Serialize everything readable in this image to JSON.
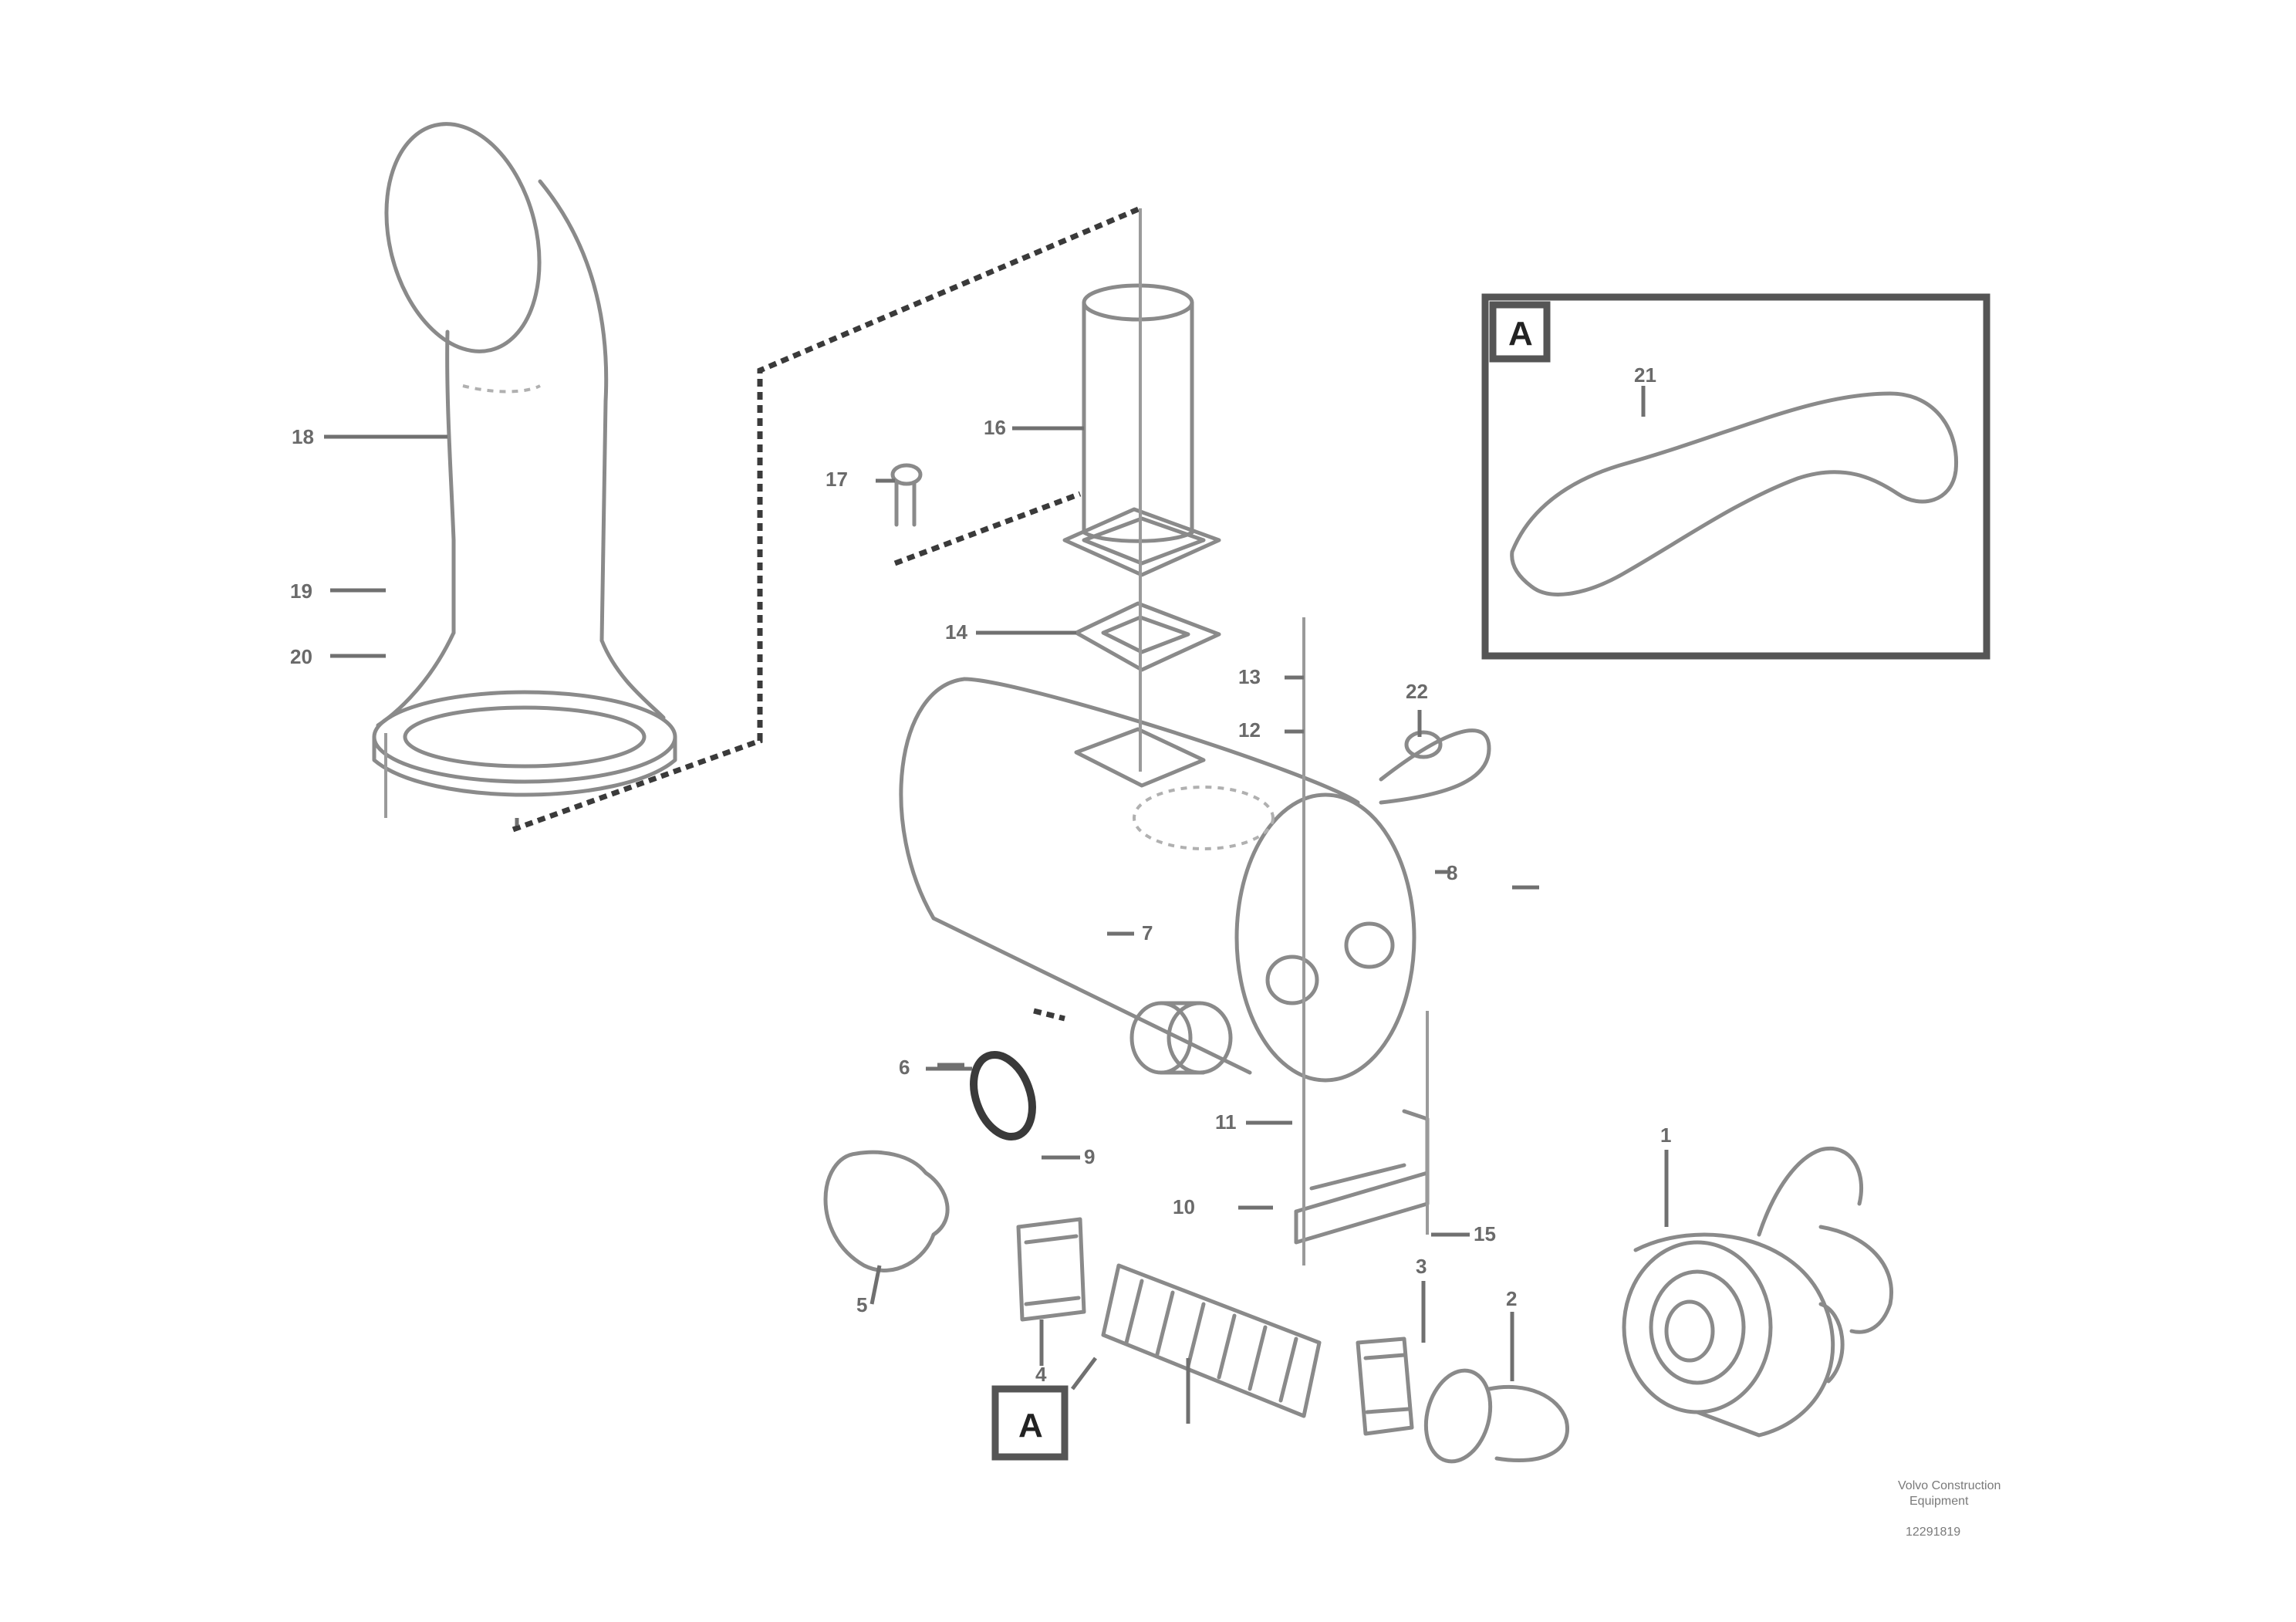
{
  "callouts": {
    "c1": "1",
    "c2": "2",
    "c3": "3",
    "c4": "4",
    "c5": "5",
    "c6": "6",
    "c7": "7",
    "c8": "8",
    "c9": "9",
    "c10": "10",
    "c11": "11",
    "c12": "12",
    "c13": "13",
    "c14": "14",
    "c15": "15",
    "c16": "16",
    "c17": "17",
    "c18": "18",
    "c19": "19",
    "c20": "20",
    "c21": "21",
    "c22": "22"
  },
  "detail_ref": "A",
  "footer": {
    "line1": "Volvo Construction",
    "line2": "Equipment",
    "code": "12291819"
  }
}
